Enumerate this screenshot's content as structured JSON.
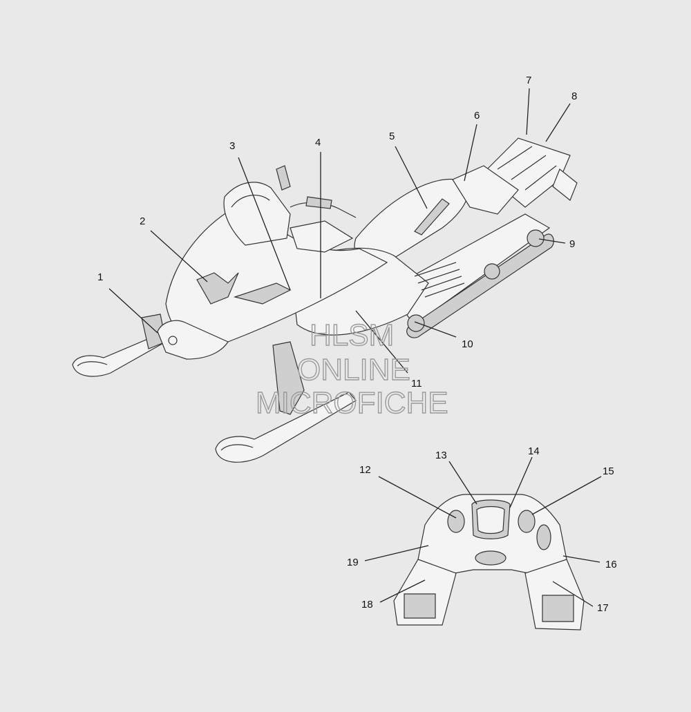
{
  "callouts": [
    "1",
    "2",
    "3",
    "4",
    "5",
    "6",
    "7",
    "8",
    "9",
    "10",
    "11",
    "12",
    "13",
    "14",
    "15",
    "16",
    "17",
    "18",
    "19"
  ],
  "watermark": {
    "line1": "HLSM",
    "line2": "ONLINE",
    "line3": "MICROFICHE"
  },
  "colors": {
    "background": "#e9e9e9",
    "line": "#222222",
    "watermark": "#9a9a9a"
  }
}
